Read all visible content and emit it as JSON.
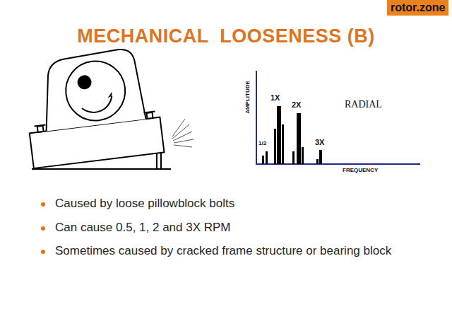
{
  "diagram": {
    "title": "MECHANICAL  LOOSENESS (B)",
    "labels": [
      "rotor.zone",
      "AMPLITUDE",
      "1/2",
      "1X",
      "2X",
      "3X",
      "RADIAL",
      "FREQUENCY",
      "Caused by loose pillowblock bolts",
      "Can cause 0.5, 1, 2 and 3X RPM",
      "Sometimes caused by cracked frame structure or bearing block"
    ]
  }
}
